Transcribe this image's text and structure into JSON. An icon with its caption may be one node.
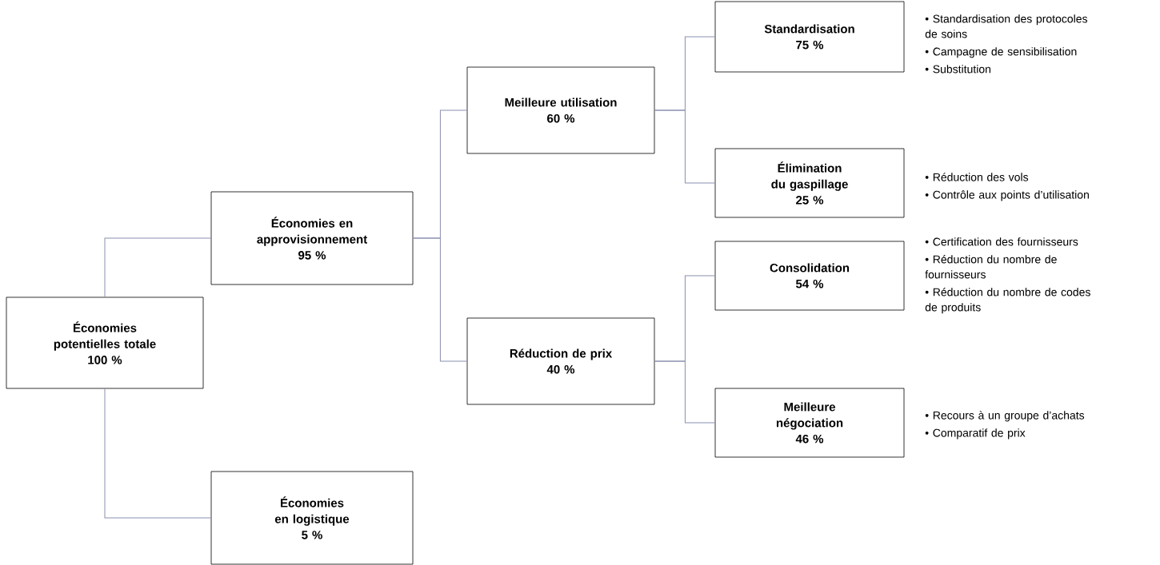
{
  "diagram": {
    "nodes": [
      {
        "text": [
          "Économies potentielles totale",
          "100 %"
        ]
      },
      {
        "text": [
          "Économies en approvisionnement",
          "95 %"
        ]
      },
      {
        "text": [
          "Économies en logistique",
          "5 %"
        ]
      },
      {
        "text": [
          "Meilleure utilisation",
          "60 %"
        ]
      },
      {
        "text": [
          "Réduction de prix",
          "40 %"
        ]
      },
      {
        "text": [
          "Standardisation",
          "75 %"
        ],
        "beside": [
          "• Standardisation des protocoles de soins",
          "• Campagne de sensibilisation",
          "• Substitution"
        ]
      },
      {
        "text": [
          "Élimination du gaspillage",
          "25 %"
        ],
        "beside": [
          "• Réduction des vols",
          "• Contrôle aux points d’utilisation"
        ]
      },
      {
        "text": [
          "Consolidation",
          "54 %"
        ],
        "beside": [
          "• Certification des fournisseurs",
          "• Réduction du nombre de fournisseurs",
          "• Réduction du nombre de codes de produits"
        ]
      },
      {
        "text": [
          "Meilleure négociation",
          "46 %"
        ],
        "beside": [
          "• Recours à un groupe d’achats",
          "• Comparatif de prix"
        ]
      }
    ],
    "edges": [
      {
        "from": 0,
        "to": 1,
        "arrow": "none"
      },
      {
        "from": 0,
        "to": 2,
        "arrow": "none"
      },
      {
        "from": 1,
        "to": 3,
        "arrow": "none"
      },
      {
        "from": 1,
        "to": 4,
        "arrow": "none"
      },
      {
        "from": 3,
        "to": 5,
        "arrow": "none"
      },
      {
        "from": 3,
        "to": 6,
        "arrow": "none"
      },
      {
        "from": 4,
        "to": 7,
        "arrow": "none"
      },
      {
        "from": 4,
        "to": 8,
        "arrow": "none"
      }
    ]
  }
}
